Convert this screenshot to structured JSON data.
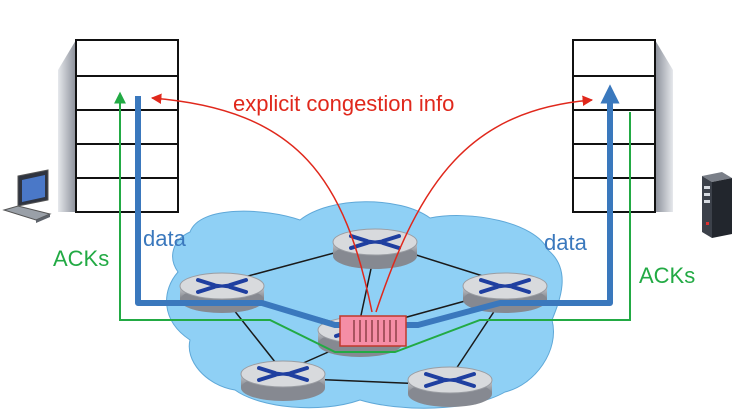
{
  "labels": {
    "explicit_info": "explicit congestion info",
    "data_left": "data",
    "data_right": "data",
    "acks_left": "ACKs",
    "acks_right": "ACKs"
  },
  "colors": {
    "data": "#3a78bd",
    "ack": "#22aa44",
    "explicit": "#e0281c",
    "cloud": "#8fd0f5",
    "queue": "#f58ea6"
  },
  "icons": {
    "left_host": "laptop-icon",
    "right_host": "server-icon",
    "routers": "router-icon"
  }
}
